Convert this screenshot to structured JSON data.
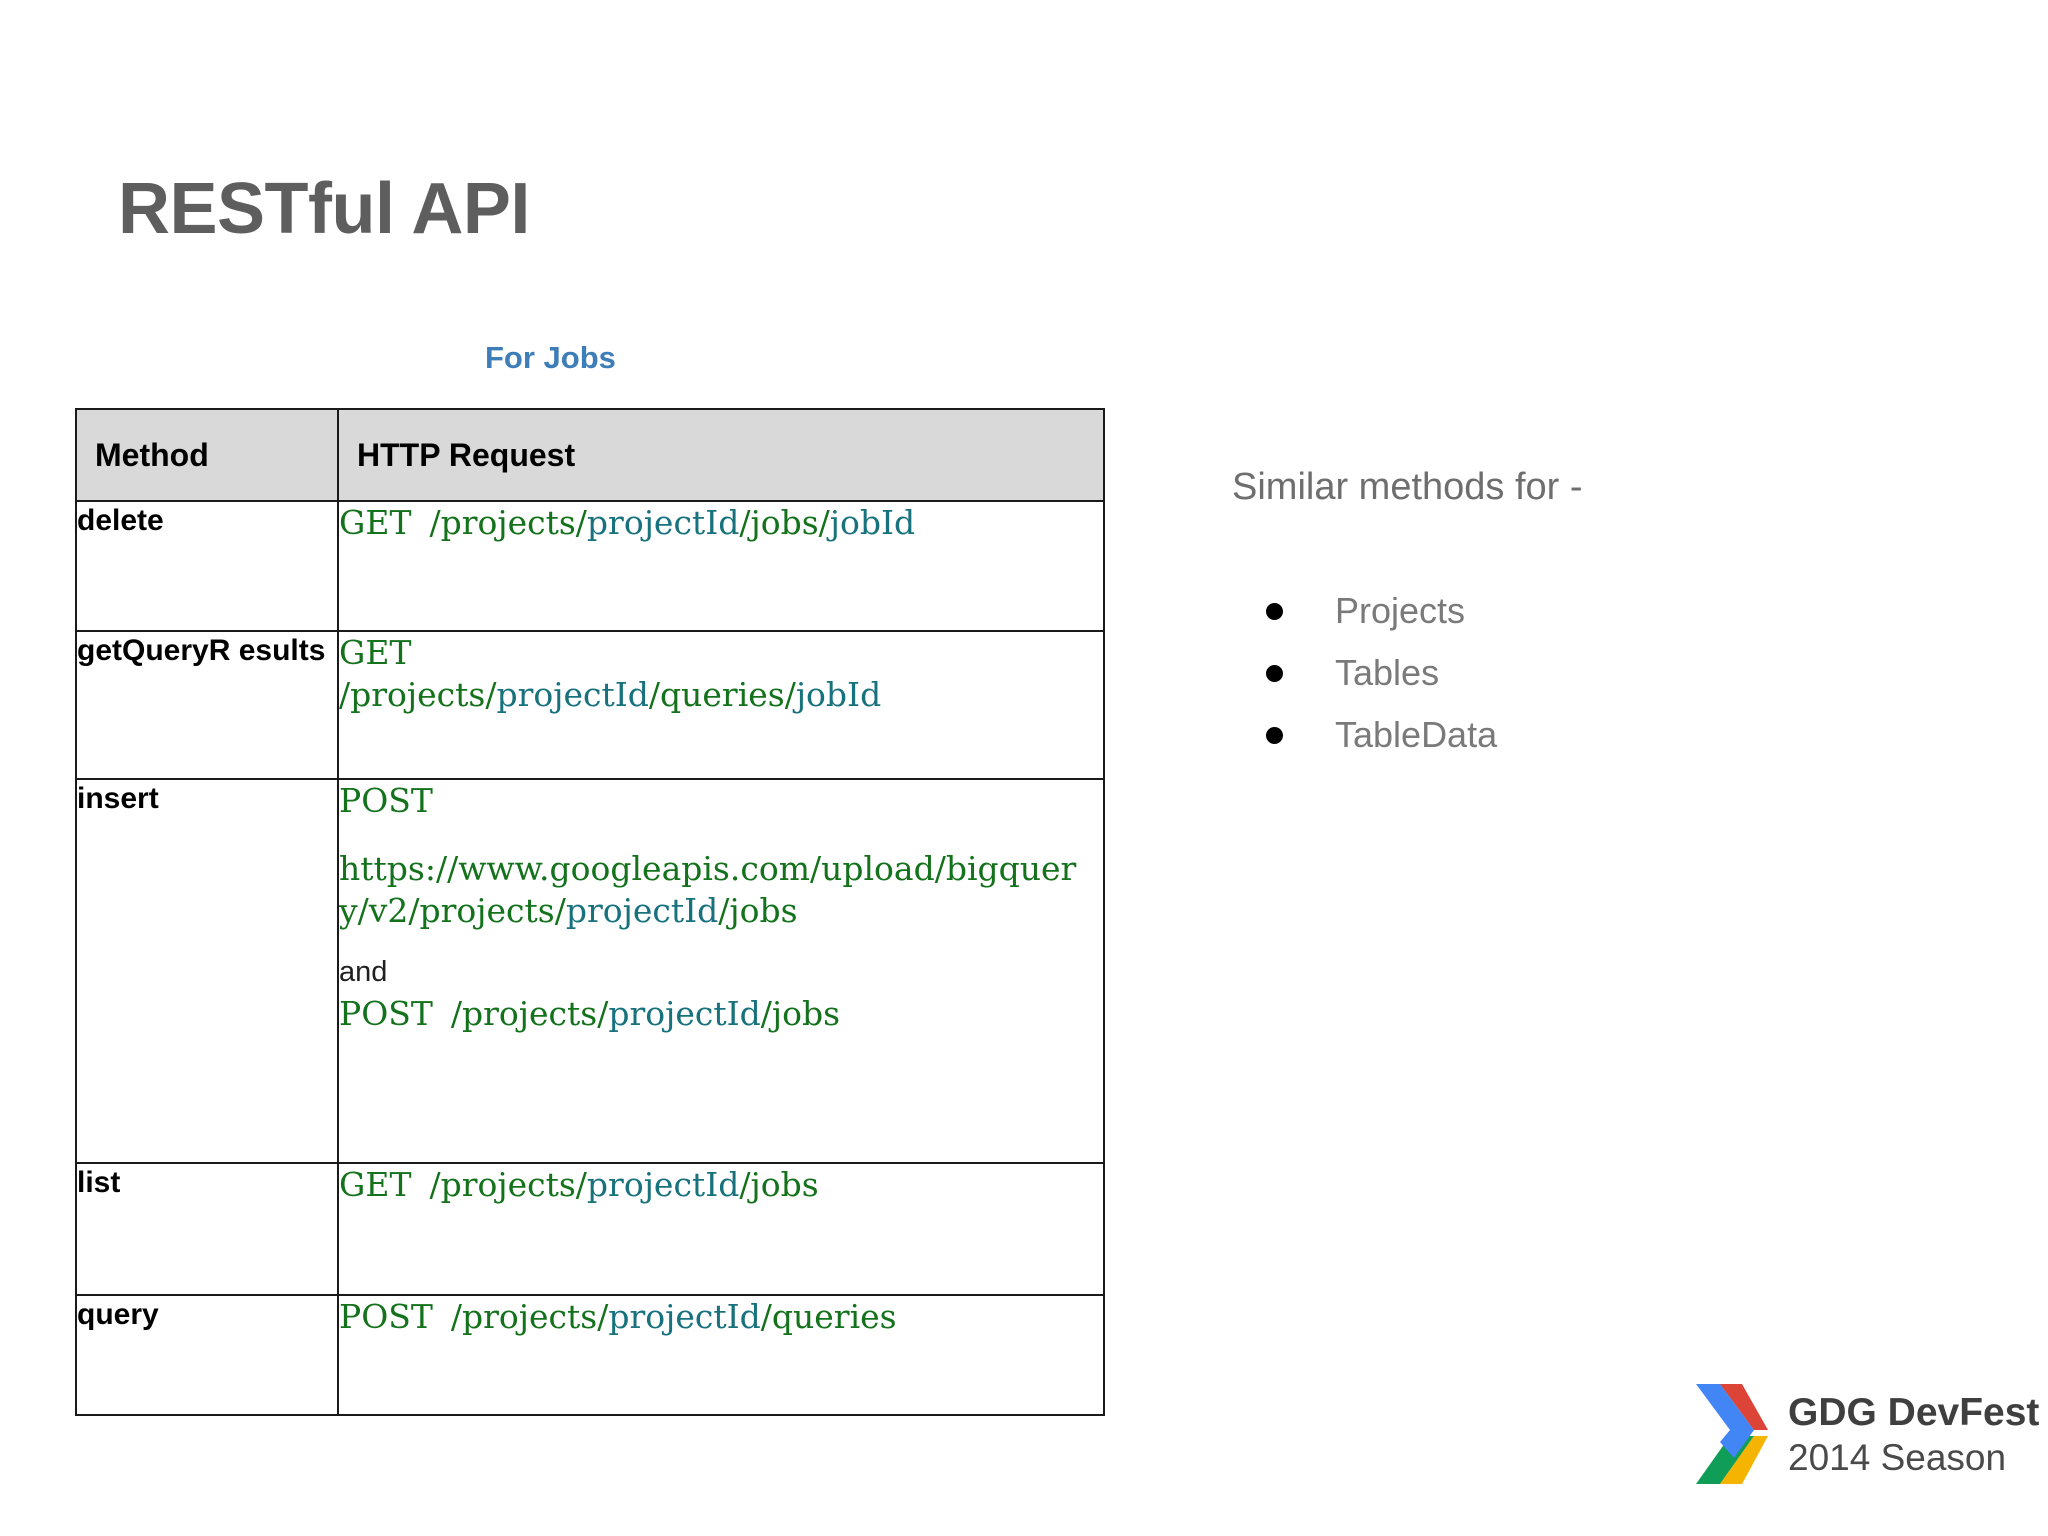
{
  "slide": {
    "title": "RESTful API",
    "title_color": "#5e5e5e",
    "background": "#ffffff"
  },
  "table_section": {
    "caption": "For Jobs",
    "caption_color": "#3d7eb8",
    "header_fill": "#d9d9d9",
    "columns": [
      "Method",
      "HTTP Request"
    ],
    "verb_color": "#14721c",
    "param_color": "#18727e",
    "rows": [
      {
        "method": "delete",
        "verb": "GET",
        "path_1": "/projects/",
        "param_1": "projectId",
        "path_2": "/jobs/",
        "param_2": "jobId"
      },
      {
        "method": "getQueryR esults",
        "verb": "GET",
        "path_1": "/projects/",
        "param_1": "projectId",
        "path_2": "/queries/",
        "param_2": "jobId"
      },
      {
        "method": "insert",
        "verb": "POST",
        "url_part_1": "https://www.googleapis.com/upload/bigquery/v2/projects/",
        "url_param": "projectId",
        "url_part_2": "/jobs",
        "conjunction": "and",
        "verb_2": "POST",
        "path2_1": "/projects/",
        "param2_1": "projectId",
        "path2_2": "/jobs"
      },
      {
        "method": "list",
        "verb": "GET",
        "path_1": "/projects/",
        "param_1": "projectId",
        "path_2": "/jobs"
      },
      {
        "method": "query",
        "verb": "POST",
        "path_1": "/projects/",
        "param_1": "projectId",
        "path_2": "/queries"
      }
    ]
  },
  "similar": {
    "heading": "Similar methods for -",
    "items": [
      "Projects",
      "Tables",
      "TableData"
    ],
    "text_color": "#7a7a7a",
    "bullet_color": "#000000"
  },
  "logo": {
    "line1": "GDG DevFest",
    "line2": "2014 Season",
    "mark_colors": {
      "blue": "#4285f4",
      "red": "#db4437",
      "green": "#0f9d58",
      "yellow": "#f4b400"
    }
  }
}
